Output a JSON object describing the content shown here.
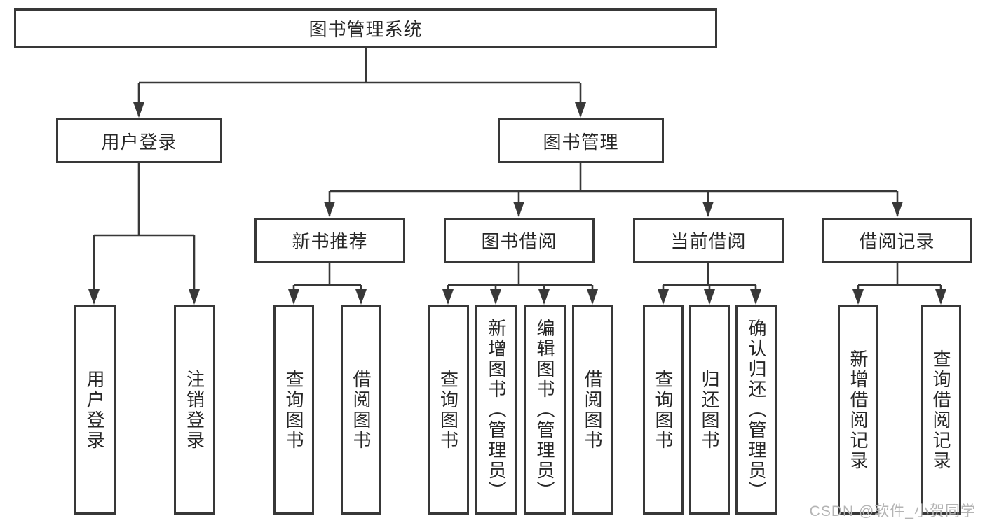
{
  "tree": {
    "label": "图书管理系统",
    "children": [
      {
        "label": "用户登录",
        "children": [
          {
            "label": "用户登录"
          },
          {
            "label": "注销登录"
          }
        ]
      },
      {
        "label": "图书管理",
        "children": [
          {
            "label": "新书推荐",
            "children": [
              {
                "label": "查询图书"
              },
              {
                "label": "借阅图书"
              }
            ]
          },
          {
            "label": "图书借阅",
            "children": [
              {
                "label": "查询图书"
              },
              {
                "label": "新增图书（管理员）"
              },
              {
                "label": "编辑图书（管理员）"
              },
              {
                "label": "借阅图书"
              }
            ]
          },
          {
            "label": "当前借阅",
            "children": [
              {
                "label": "查询图书"
              },
              {
                "label": "归还图书"
              },
              {
                "label": "确认归还（管理员）"
              }
            ]
          },
          {
            "label": "借阅记录",
            "children": [
              {
                "label": "新增借阅记录"
              },
              {
                "label": "查询借阅记录"
              }
            ]
          }
        ]
      }
    ]
  },
  "watermark": {
    "text": "CSDN @软件_小贺同学"
  },
  "colors": {
    "line": "#383838",
    "box_border": "#383838",
    "box_background": "#ffffff",
    "text": "#262626",
    "watermark": "#b4b4b4",
    "page_background": "#ffffff"
  }
}
